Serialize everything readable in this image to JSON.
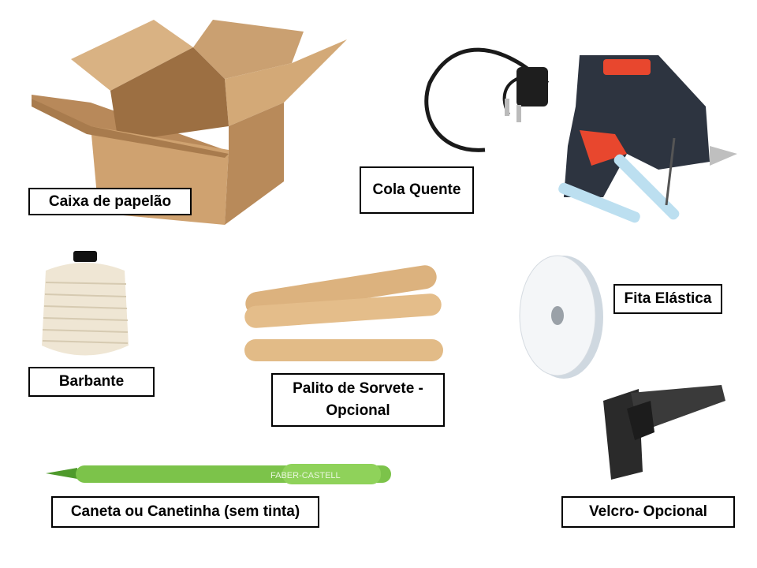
{
  "items": [
    {
      "id": "box",
      "label": "Caixa de papelão",
      "icon": "cardboard-box-icon"
    },
    {
      "id": "glue",
      "label": "Cola Quente",
      "icon": "hot-glue-gun-icon"
    },
    {
      "id": "twine",
      "label": "Barbante",
      "icon": "twine-spool-icon"
    },
    {
      "id": "sticks",
      "label": "Palito de Sorvete - Opcional",
      "icon": "popsicle-sticks-icon"
    },
    {
      "id": "elastic",
      "label": "Fita Elástica",
      "icon": "elastic-tape-roll-icon"
    },
    {
      "id": "pen",
      "label": "Caneta ou Canetinha (sem tinta)",
      "icon": "marker-pen-icon"
    },
    {
      "id": "velcro",
      "label": "Velcro- Opcional",
      "icon": "velcro-strip-icon"
    }
  ],
  "pen_brand_text": "FABER-CASTELL",
  "colors": {
    "cardboard": "#c9a06a",
    "glue_gun": "#2d3440",
    "trigger": "#e8472e",
    "wood": "#deb887",
    "marker": "#7cc34a",
    "velcro": "#2a2a2a"
  }
}
